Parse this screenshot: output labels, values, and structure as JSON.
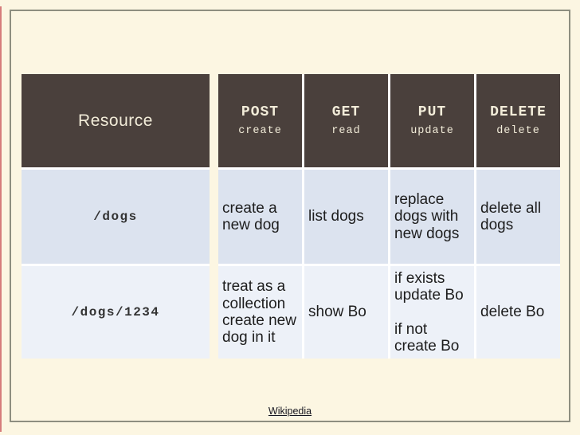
{
  "slide": {
    "source_link": "Wikipedia"
  },
  "table": {
    "resource_header": "Resource",
    "method_headers": [
      {
        "method": "POST",
        "verb": "create"
      },
      {
        "method": "GET",
        "verb": "read"
      },
      {
        "method": "PUT",
        "verb": "update"
      },
      {
        "method": "DELETE",
        "verb": "delete"
      }
    ],
    "rows": [
      {
        "resource": "/dogs",
        "post": "create a\nnew dog",
        "get": "list dogs",
        "put": "replace\ndogs with\nnew dogs",
        "delete": "delete all\ndogs"
      },
      {
        "resource": "/dogs/1234",
        "post": "treat as a\ncollection\ncreate new\ndog in it",
        "get": "show Bo",
        "put": "if exists\nupdate Bo\n\nif not\ncreate Bo",
        "delete": "delete Bo"
      }
    ]
  },
  "colors": {
    "background": "#fcf6e2",
    "header_bg": "#4a403c",
    "header_text": "#f2ecd9",
    "row1_bg": "#dce3ef",
    "row2_bg": "#edf1f8",
    "frame_border": "#8e8e80",
    "left_edge_accent": "#cc5f63"
  }
}
